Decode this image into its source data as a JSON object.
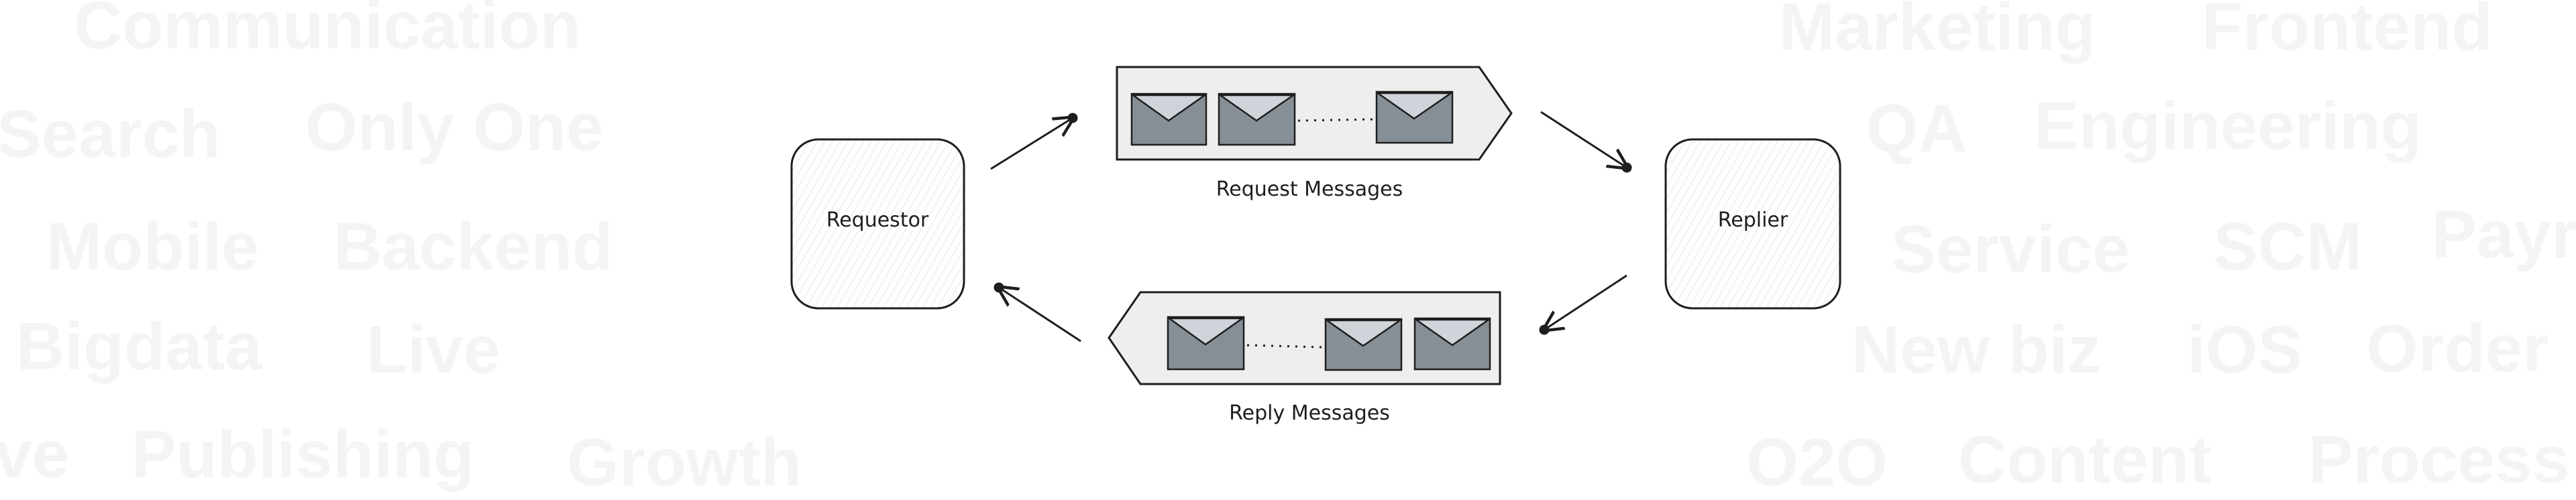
{
  "background_words": {
    "communication": "Communication",
    "marketing": "Marketing",
    "frontend": "Frontend",
    "search": "Search",
    "only_one": "Only One",
    "qa": "QA",
    "engineering": "Engineering",
    "mobile": "Mobile",
    "backend": "Backend",
    "service": "Service",
    "scm": "SCM",
    "payment": "Payr",
    "bigdata": "Bigdata",
    "live": "Live",
    "new_biz": "New biz",
    "ios": "iOS",
    "order": "Order",
    "ve": "ve",
    "publishing": "Publishing",
    "growth": "Growth",
    "o2o": "O2O",
    "content": "Content",
    "process": "Process"
  },
  "diagram": {
    "requestor": "Requestor",
    "replier": "Replier",
    "request_queue_label": "Request Messages",
    "reply_queue_label": "Reply Messages",
    "colors": {
      "stroke": "#1e1e1e",
      "queue_fill": "#eeeeee",
      "envelope": "#868e96",
      "flap": "#ced4da"
    }
  }
}
